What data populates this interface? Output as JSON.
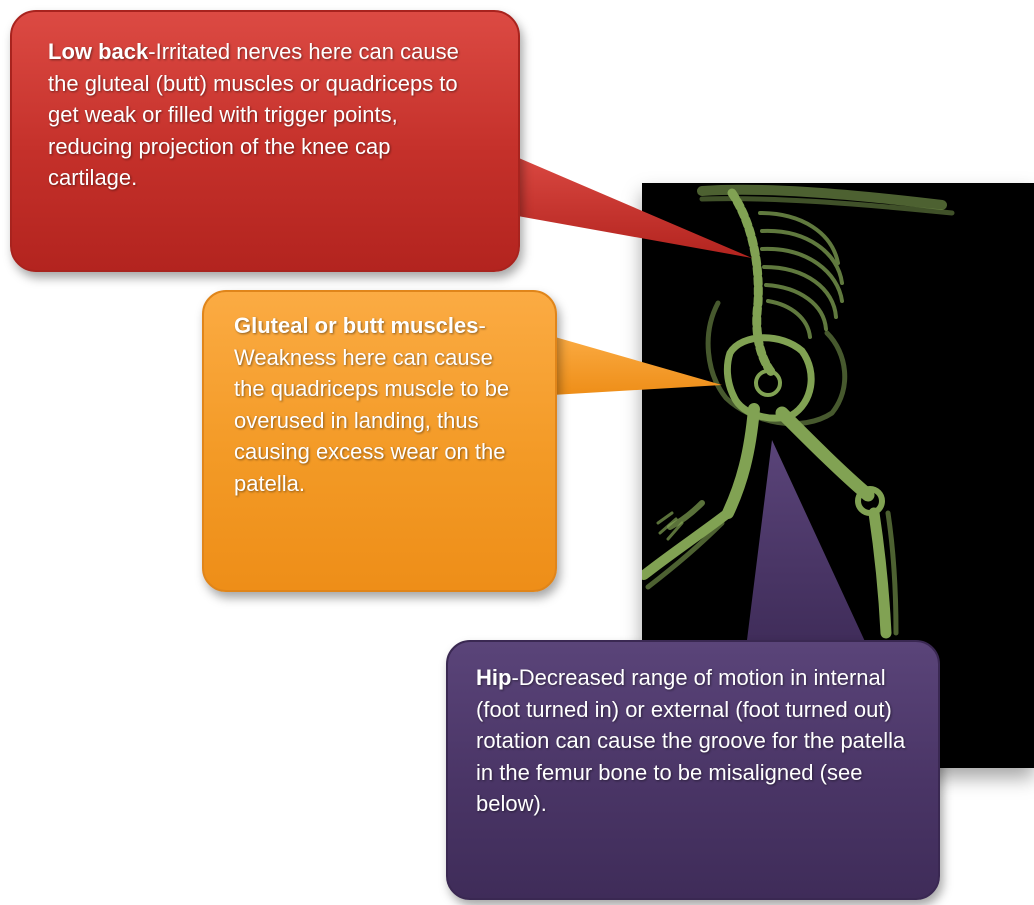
{
  "callouts": {
    "low_back": {
      "title": "Low back",
      "text": "-Irritated nerves here can cause the gluteal (butt) muscles or quadriceps to get weak or filled with trigger points, reducing projection of the knee cap cartilage.",
      "color": "#c9332c"
    },
    "gluteal": {
      "title": "Gluteal or butt muscles",
      "text": "- Weakness here can cause the quadriceps muscle to be overused in landing, thus causing excess wear on the patella.",
      "color": "#f39a26"
    },
    "hip": {
      "title": "Hip",
      "text": "-Decreased range of motion in internal (foot turned in) or external (foot turned out) rotation can cause the groove for the patella in the femur bone to be misaligned (see below).",
      "color": "#4a3566"
    }
  },
  "image": {
    "subject": "x-ray-skeleton-running",
    "bone_color": "#9cc06a",
    "background": "#000000"
  }
}
